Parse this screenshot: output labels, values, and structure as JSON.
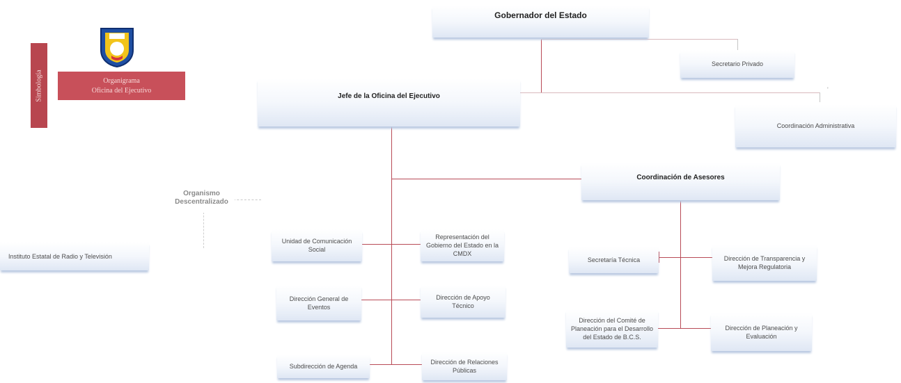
{
  "legend": {
    "vertical_label": "Simbología",
    "title_line1": "Organigrama",
    "title_line2": "Oficina del Ejecutivo",
    "emblem_icon": "state-coat-of-arms-icon"
  },
  "nodes": {
    "gobernador": "Gobernador del Estado",
    "secretario_privado": "Secretario Privado",
    "jefe_oficina": "Jefe de la Oficina del Ejecutivo",
    "coord_administrativa": "Coordinación Administrativa",
    "coord_asesores": "Coordinación de Asesores",
    "organismo": "Organismo Descentralizado",
    "instituto_radio": "Instituto Estatal de Radio y Televisión",
    "unidad_comunicacion": "Unidad de Comunicación Social",
    "representacion_cmdx": "Representación del Gobierno del Estado en la CMDX",
    "direccion_eventos": "Dirección General de Eventos",
    "direccion_apoyo": "Dirección de Apoyo Técnico",
    "subdireccion_agenda": "Subdirección de Agenda",
    "direccion_relaciones": "Dirección de Relaciones Públicas",
    "secretaria_tecnica": "Secretaría Técnica",
    "direccion_transparencia": "Dirección de Transparencia y Mejora Regulatoria",
    "direccion_comite": "Dirección del Comité de Planeación para el Desarrollo del Estado de B.C.S.",
    "direccion_planeacion": "Dirección de Planeación y Evaluación"
  },
  "tick_mark": "'",
  "colors": {
    "legend_red": "#c8505a",
    "connector_red": "#b84a56",
    "box_gradient_bottom": "#dfe7f4"
  }
}
